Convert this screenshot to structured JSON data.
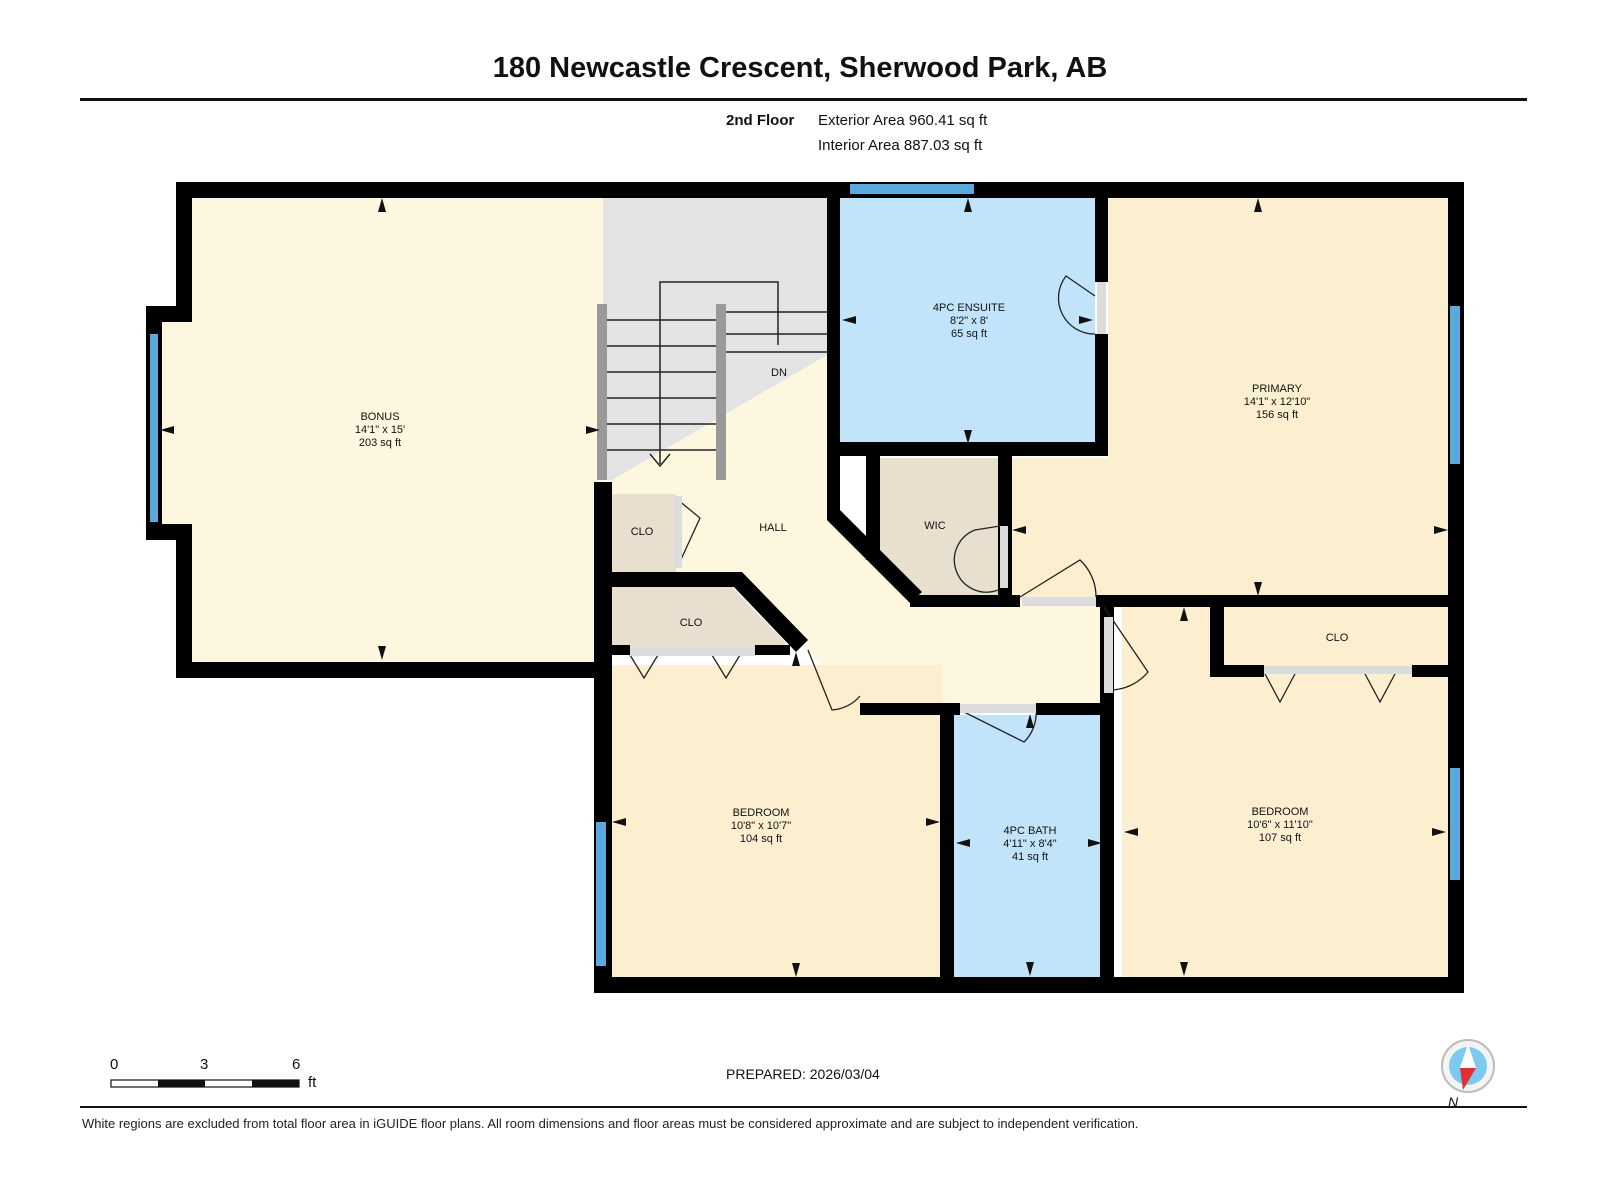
{
  "title": "180 Newcastle Crescent, Sherwood Park, AB",
  "floor": {
    "name": "2nd Floor",
    "exterior_area": "Exterior Area 960.41 sq ft",
    "interior_area": "Interior Area 887.03 sq ft"
  },
  "rooms": {
    "bonus": {
      "name": "BONUS",
      "dims": "14'1\" x 15'",
      "area": "203 sq ft"
    },
    "ensuite": {
      "name": "4PC ENSUITE",
      "dims": "8'2\" x 8'",
      "area": "65 sq ft"
    },
    "primary": {
      "name": "PRIMARY",
      "dims": "14'1\" x 12'10\"",
      "area": "156 sq ft"
    },
    "hall": {
      "name": "HALL"
    },
    "stairs": {
      "name": "DN"
    },
    "wic": {
      "name": "WIC"
    },
    "clo_hall": {
      "name": "CLO"
    },
    "clo_bed1": {
      "name": "CLO"
    },
    "clo_bed2": {
      "name": "CLO"
    },
    "bedroom1": {
      "name": "BEDROOM",
      "dims": "10'8\" x 10'7\"",
      "area": "104 sq ft"
    },
    "bath": {
      "name": "4PC BATH",
      "dims": "4'11\" x 8'4\"",
      "area": "41 sq ft"
    },
    "bedroom2": {
      "name": "BEDROOM",
      "dims": "10'6\" x 11'10\"",
      "area": "107 sq ft"
    }
  },
  "scale": {
    "ticks": [
      "0",
      "3",
      "6"
    ],
    "unit": "ft"
  },
  "compass": {
    "label": "N",
    "icon": "north-compass-icon"
  },
  "prepared": "PREPARED: 2026/03/04",
  "disclaimer": "White regions are excluded from total floor area in iGUIDE floor plans. All room dimensions and floor areas must be considered approximate and are subject to independent verification.",
  "colors": {
    "bonus": "#fdf7e0",
    "bedroom": "#fcefcf",
    "bath": "#c2e4fb",
    "closet": "#e9dfcf",
    "hall": "#fdf7e0",
    "stair_area": "#e3e3e3",
    "wall": "#000000",
    "window": "#5aa9dc"
  }
}
